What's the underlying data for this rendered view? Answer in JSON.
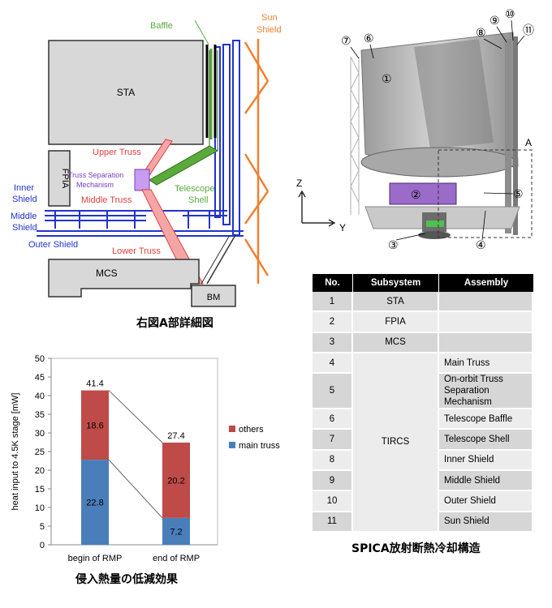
{
  "detail_diagram": {
    "labels": {
      "baffle": "Baffle",
      "sun_shield": "Sun\nShield",
      "sta": "STA",
      "fpia": "FPIA",
      "upper_truss": "Upper Truss",
      "truss_separation": "Truss Separation\nMechanism",
      "telescope_shell": "Telescope\nShell",
      "inner_shield": "Inner\nShield",
      "middle_truss": "Middle Truss",
      "middle_shield": "Middle\nShield",
      "outer_shield": "Outer Shield",
      "lower_truss": "Lower Truss",
      "mcs": "MCS",
      "bm": "BM"
    },
    "caption": "右図A部詳細図"
  },
  "chart_data": {
    "type": "bar",
    "stacked": true,
    "categories": [
      "begin of RMP",
      "end of RMP"
    ],
    "series": [
      {
        "name": "main truss",
        "values": [
          22.8,
          7.2
        ],
        "color": "#4a7ebb"
      },
      {
        "name": "others",
        "values": [
          18.6,
          20.2
        ],
        "color": "#be4b48"
      }
    ],
    "totals": [
      41.4,
      27.4
    ],
    "ylabel": "heat input to 4.5K stage [mW]",
    "ylim": [
      0,
      50
    ],
    "yticks": [
      0,
      5,
      10,
      15,
      20,
      25,
      30,
      35,
      40,
      45,
      50
    ],
    "grid": false,
    "legend_position": "right",
    "caption": "侵入熱量の低減効果"
  },
  "model_view": {
    "callouts": [
      "①",
      "②",
      "③",
      "④",
      "⑤",
      "⑥",
      "⑦",
      "⑧",
      "⑨",
      "⑩",
      "⑪"
    ],
    "region_label": "A",
    "axis_z": "Z",
    "axis_y": "Y"
  },
  "table": {
    "headers": [
      "No.",
      "Subsystem",
      "Assembly"
    ],
    "rows": [
      {
        "no": "1",
        "subsystem": "STA",
        "assembly": ""
      },
      {
        "no": "2",
        "subsystem": "FPIA",
        "assembly": ""
      },
      {
        "no": "3",
        "subsystem": "MCS",
        "assembly": ""
      },
      {
        "no": "4",
        "subsystem": "",
        "assembly": "Main Truss"
      },
      {
        "no": "5",
        "subsystem": "",
        "assembly": "On-orbit Truss\nSeparation Mechanism"
      },
      {
        "no": "6",
        "subsystem": "",
        "assembly": "Telescope Baffle"
      },
      {
        "no": "7",
        "subsystem": "",
        "assembly": "Telescope Shell"
      },
      {
        "no": "8",
        "subsystem": "",
        "assembly": "Inner Shield"
      },
      {
        "no": "9",
        "subsystem": "",
        "assembly": "Middle Shield"
      },
      {
        "no": "10",
        "subsystem": "",
        "assembly": "Outer Shield"
      },
      {
        "no": "11",
        "subsystem": "",
        "assembly": "Sun Shield"
      }
    ],
    "tircs_label": "TIRCS",
    "caption": "SPICA放射断熱冷却構造"
  },
  "colors": {
    "truss": "#f4a6a6",
    "truss_stroke": "#e04040",
    "shell": "#5aaa3c",
    "shield": "#2233cc",
    "sun_shield": "#f08030",
    "separation": "#c89cf0",
    "gray_block": "#d8d8d8"
  }
}
